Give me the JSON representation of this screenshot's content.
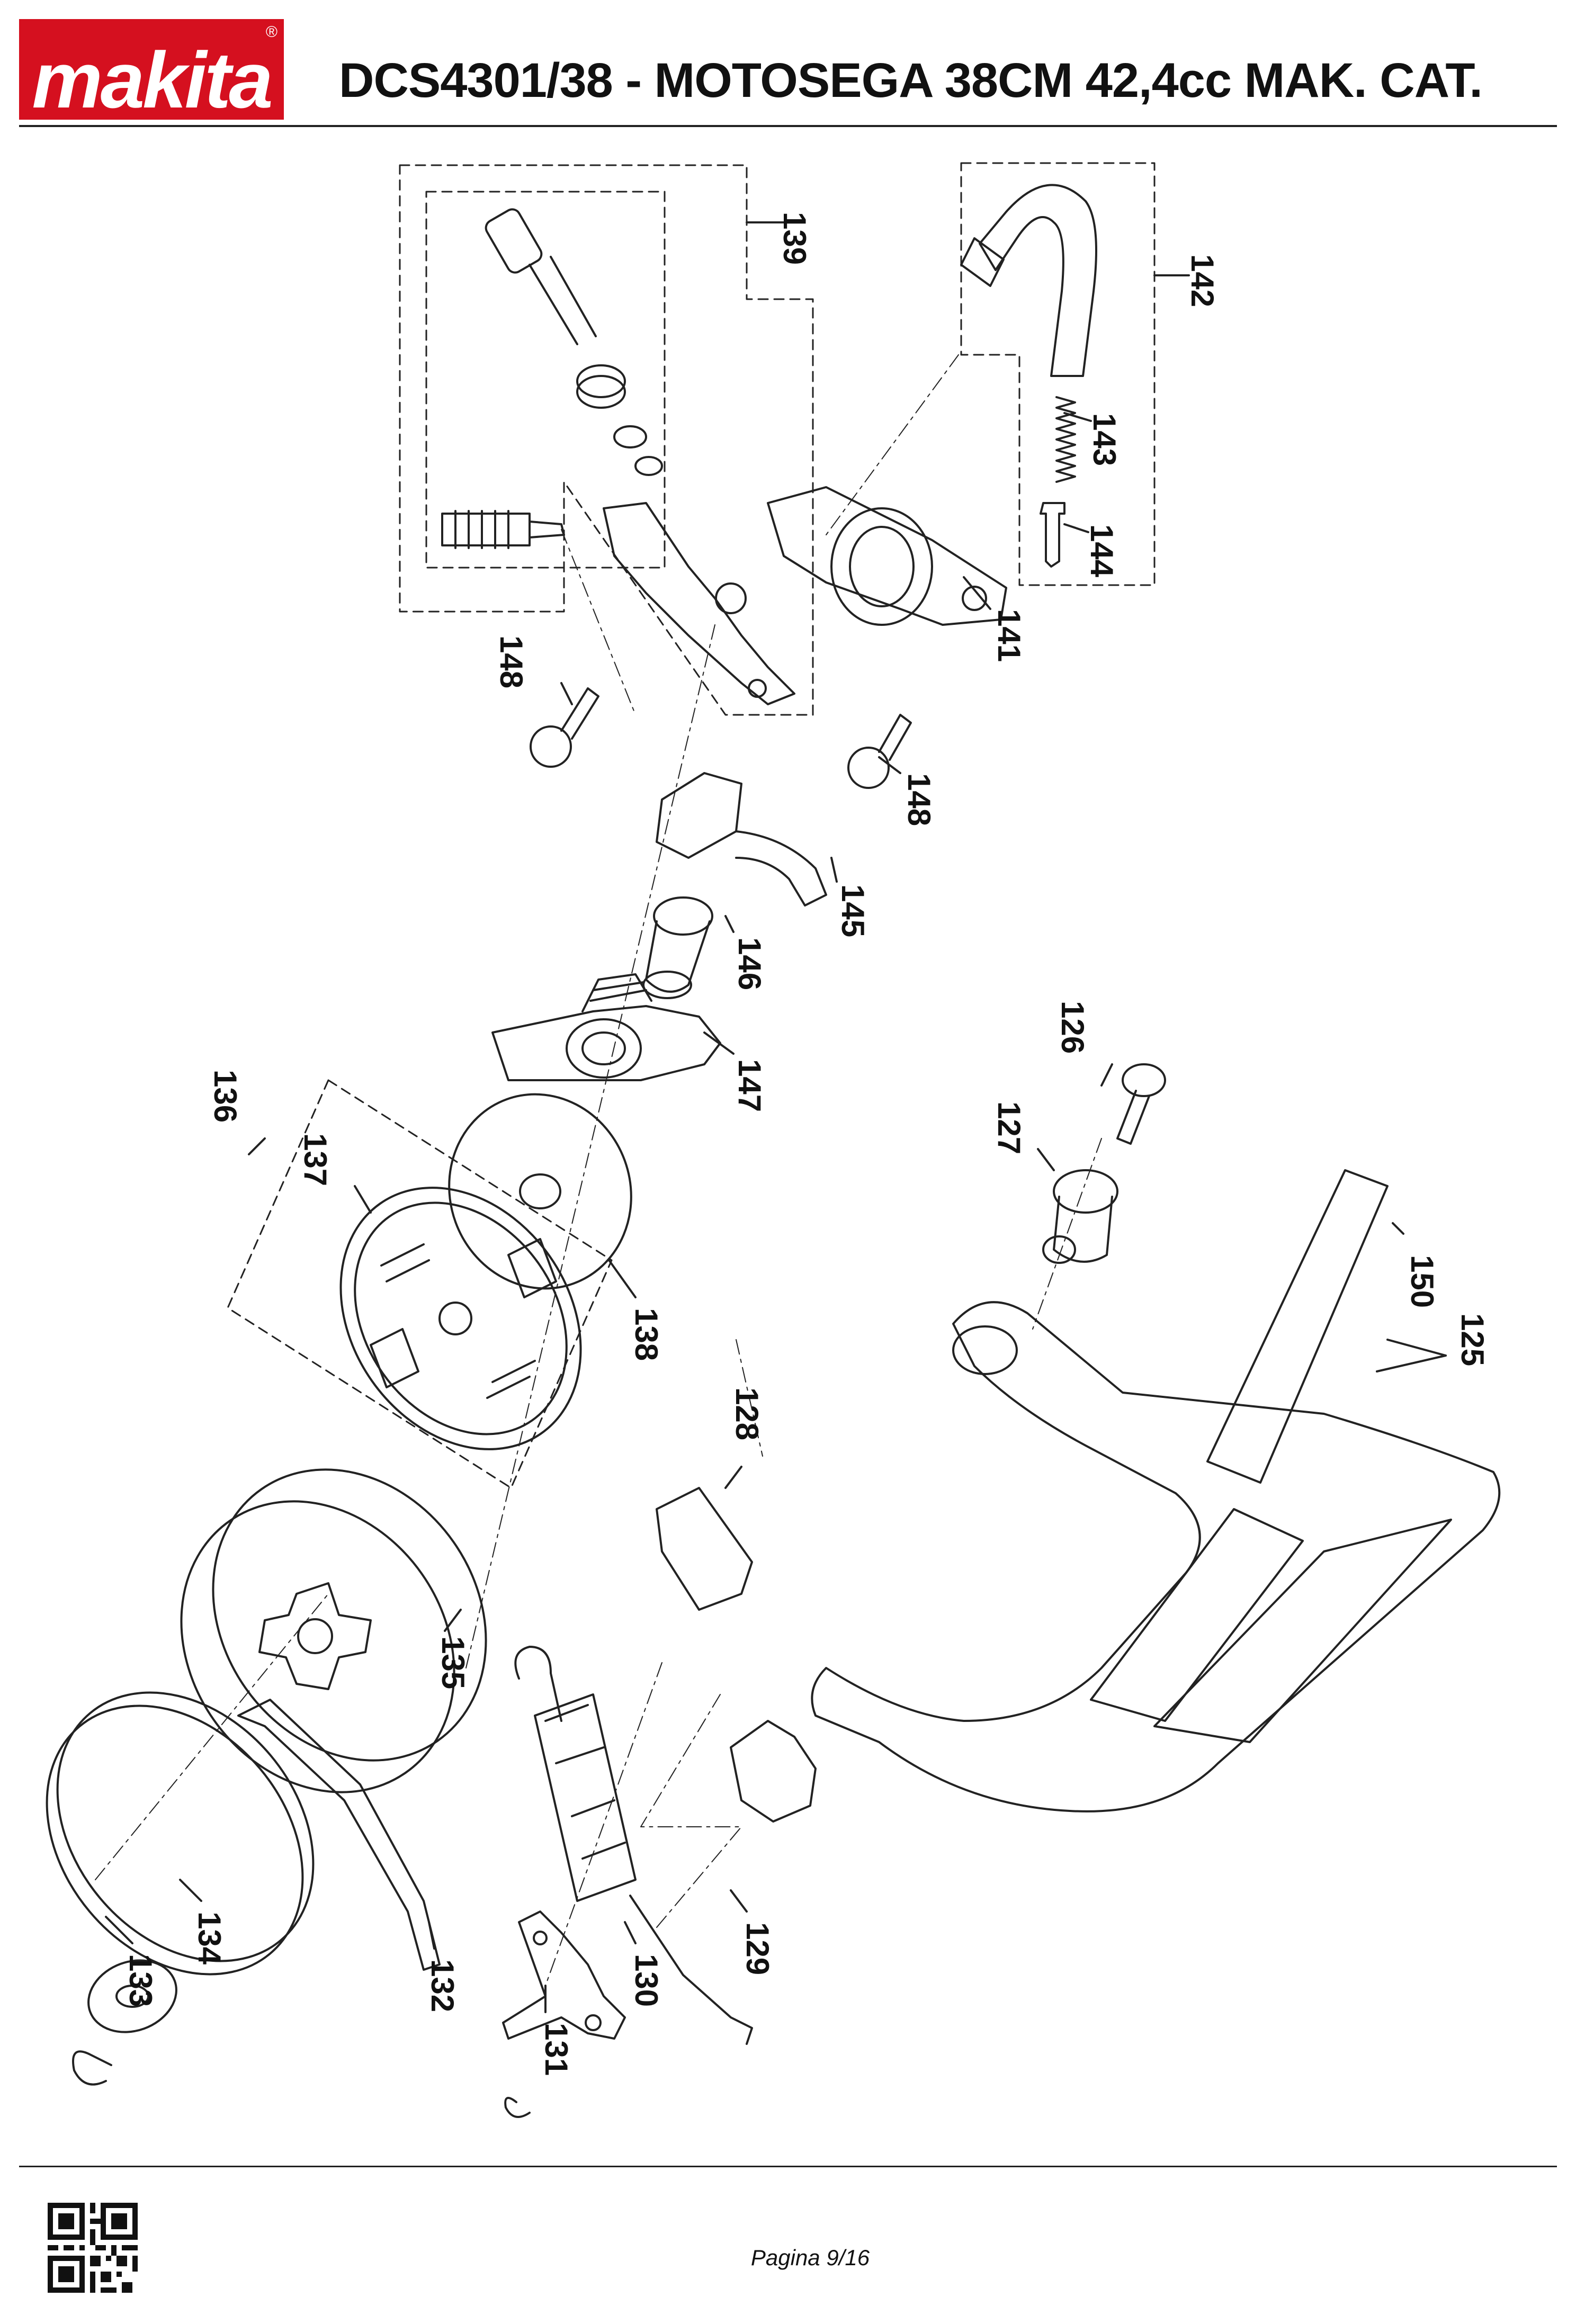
{
  "header": {
    "brand": "makita",
    "title": "DCS4301/38 - MOTOSEGA 38CM 42,4cc MAK. CAT."
  },
  "footer": {
    "page": "Pagina 9/16"
  },
  "callouts": [
    "139",
    "142",
    "143",
    "144",
    "141",
    "148",
    "148",
    "145",
    "146",
    "147",
    "126",
    "127",
    "150",
    "125",
    "136",
    "137",
    "138",
    "128",
    "135",
    "134",
    "133",
    "132",
    "130",
    "131",
    "129"
  ],
  "colors": {
    "brand_red": "#d5101f",
    "line": "#222222"
  }
}
